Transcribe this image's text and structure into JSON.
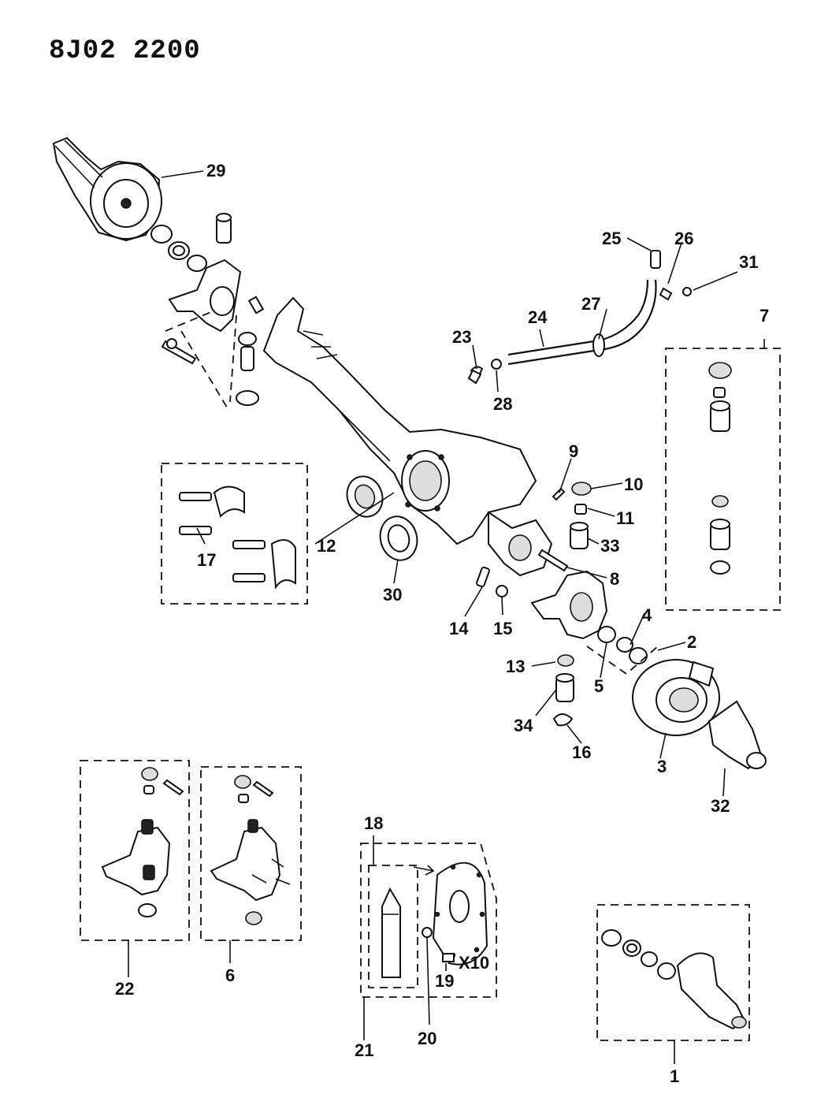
{
  "header": {
    "code": "8J02  2200"
  },
  "callouts": {
    "c1": "1",
    "c2": "2",
    "c3": "3",
    "c4": "4",
    "c5": "5",
    "c6": "6",
    "c7": "7",
    "c8": "8",
    "c9": "9",
    "c10": "10",
    "c11": "11",
    "c12": "12",
    "c13": "13",
    "c14": "14",
    "c15": "15",
    "c16": "16",
    "c17": "17",
    "c18": "18",
    "c19": "19",
    "c20": "20",
    "c21": "21",
    "c22": "22",
    "c23": "23",
    "c24": "24",
    "c25": "25",
    "c26": "26",
    "c27": "27",
    "c28": "28",
    "c29": "29",
    "c30": "30",
    "c31": "31",
    "c32": "32",
    "c33": "33",
    "c34": "34"
  },
  "annotations": {
    "bolt_qty": "X10"
  }
}
